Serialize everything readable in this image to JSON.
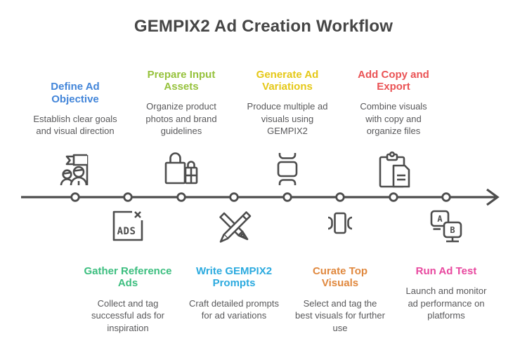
{
  "title": "GEMPIX2 Ad Creation Workflow",
  "colors": {
    "title_text": "#464646",
    "body_text": "#58585a",
    "timeline_stroke": "#4d4d4d"
  },
  "steps": [
    {
      "order": 1,
      "position": "top",
      "label": "Define Ad Objective",
      "description": "Establish clear goals and visual direction",
      "color": "#4285d9",
      "icon": "team-goal-icon"
    },
    {
      "order": 2,
      "position": "bottom",
      "label": "Gather Reference Ads",
      "description": "Collect and tag successful ads for inspiration",
      "color": "#3cbe7f",
      "icon": "reference-ads-icon"
    },
    {
      "order": 3,
      "position": "top",
      "label": "Prepare Input Assets",
      "description": "Organize product photos and brand guidelines",
      "color": "#96c23c",
      "icon": "shopping-bags-icon"
    },
    {
      "order": 4,
      "position": "bottom",
      "label": "Write GEMPIX2 Prompts",
      "description": "Craft detailed prompts for ad variations",
      "color": "#2baadf",
      "icon": "pen-pencil-icon"
    },
    {
      "order": 5,
      "position": "top",
      "label": "Generate Ad Variations",
      "description": "Produce multiple ad visuals using GEMPIX2",
      "color": "#e5c817",
      "icon": "ad-frames-icon"
    },
    {
      "order": 6,
      "position": "bottom",
      "label": "Curate Top Visuals",
      "description": "Select and tag the best visuals for further use",
      "color": "#e0883e",
      "icon": "carousel-icon"
    },
    {
      "order": 7,
      "position": "top",
      "label": "Add Copy and Export",
      "description": "Combine visuals with copy and organize files",
      "color": "#ea5355",
      "icon": "clipboard-icon"
    },
    {
      "order": 8,
      "position": "bottom",
      "label": "Run Ad Test",
      "description": "Launch and monitor ad performance on platforms",
      "color": "#e8489f",
      "icon": "ab-test-icon"
    }
  ],
  "icon_labels": {
    "ads_box": "ADS",
    "variant_a": "A",
    "variant_b": "B"
  }
}
